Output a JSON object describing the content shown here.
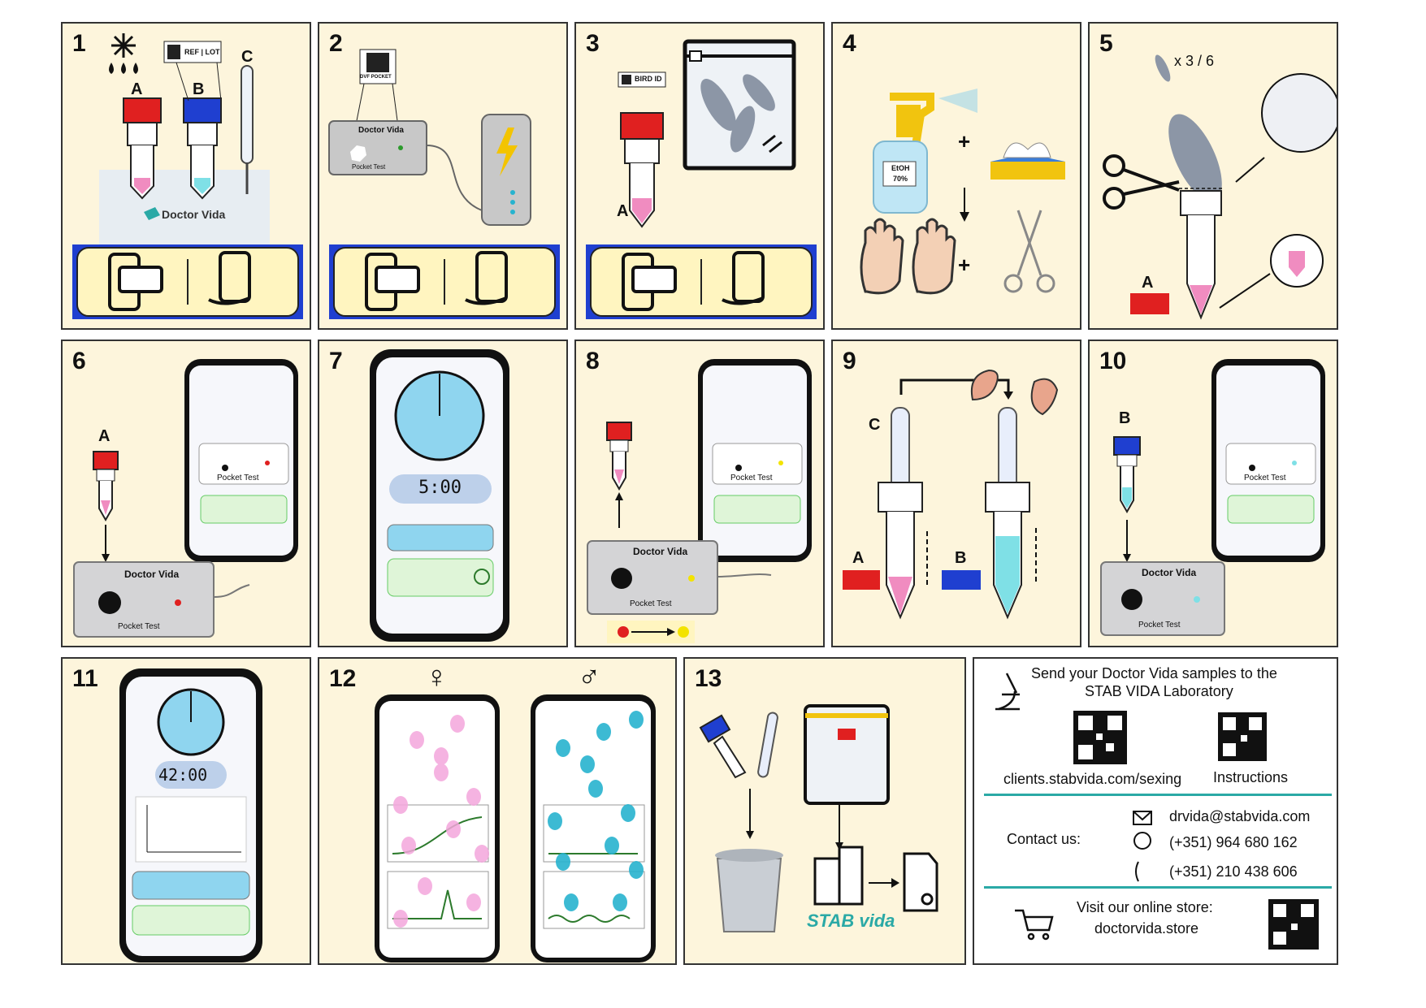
{
  "panels": {
    "p1": {
      "num": "1",
      "label_a": "A",
      "label_b": "B",
      "label_c": "C",
      "tag": "REF | LOT",
      "brand": "Doctor Vida"
    },
    "p2": {
      "num": "2",
      "tag": "DVF POCKET",
      "device_brand": "Doctor Vida",
      "device_label": "Pocket Test"
    },
    "p3": {
      "num": "3",
      "tag": "BIRD ID",
      "label_a": "A"
    },
    "p4": {
      "num": "4",
      "bottle_label_1": "EtOH",
      "bottle_label_2": "70%",
      "plus": "+"
    },
    "p5": {
      "num": "5",
      "multiplier": "x 3 / 6",
      "label_a": "A"
    },
    "p6": {
      "num": "6",
      "label_a": "A",
      "device_brand": "Doctor Vida",
      "device_label": "Pocket Test",
      "screen_label": "Pocket Test"
    },
    "p7": {
      "num": "7",
      "timer": "5:00"
    },
    "p8": {
      "num": "8",
      "device_brand": "Doctor Vida",
      "device_label": "Pocket Test",
      "screen_label": "Pocket Test"
    },
    "p9": {
      "num": "9",
      "label_c": "C",
      "label_a": "A",
      "label_b": "B"
    },
    "p10": {
      "num": "10",
      "label_b": "B",
      "device_brand": "Doctor Vida",
      "device_label": "Pocket Test",
      "screen_label": "Pocket Test"
    },
    "p11": {
      "num": "11",
      "timer": "42:00"
    },
    "p12": {
      "num": "12",
      "female_symbol": "♀",
      "male_symbol": "♂"
    },
    "p13": {
      "num": "13",
      "logo_text": "STAB vida"
    }
  },
  "info": {
    "header_line1": "Send your Doctor Vida samples to the",
    "header_line2": "STAB VIDA Laboratory",
    "qr1_caption": "clients.stabvida.com/sexing",
    "qr2_caption": "Instructions",
    "contact_label": "Contact us:",
    "email": "drvida@stabvida.com",
    "whatsapp": "(+351) 964 680 162",
    "phone": "(+351) 210 438 606",
    "store_line1": "Visit our online store:",
    "store_line2": "doctorvida.store"
  },
  "colors": {
    "panel_bg": "#fdf5dc",
    "red_cap": "#e02020",
    "blue_cap": "#1f3fd0",
    "pink_liquid": "#f08cc0",
    "cyan_liquid": "#7fe0e6",
    "timer_blue": "#8fd5ef",
    "teal_line": "#2aa9a6",
    "balloon_pink": "#f4a6dc",
    "balloon_cyan": "#27b3cf"
  }
}
